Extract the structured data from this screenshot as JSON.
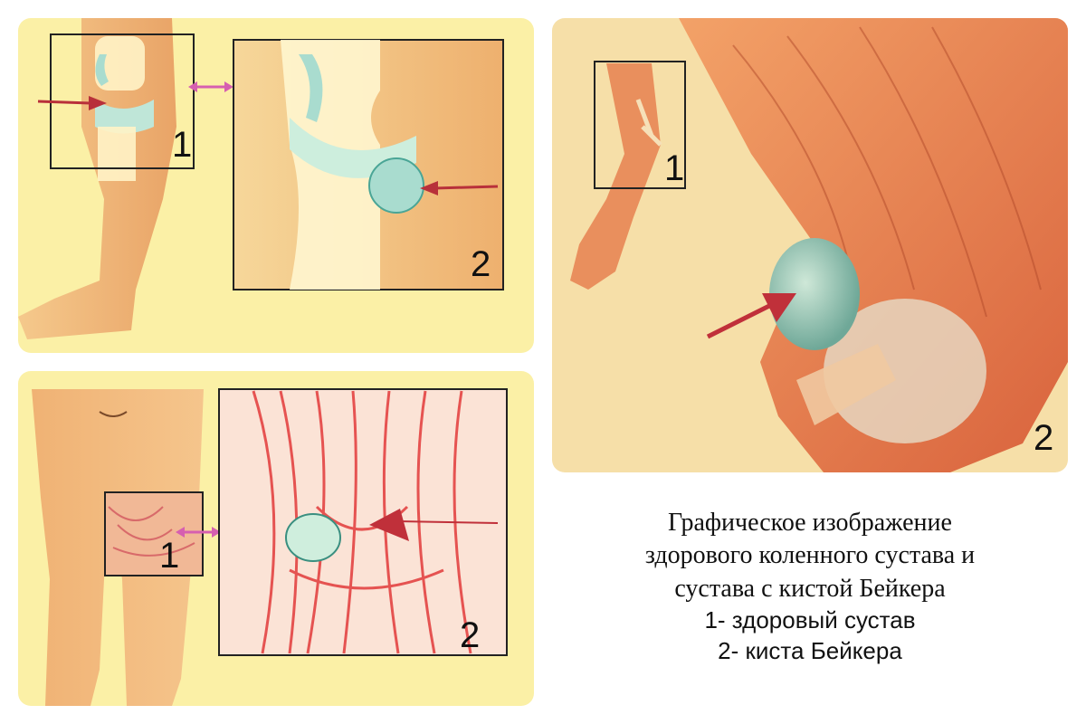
{
  "panels": {
    "top_left": {
      "label_1": "1",
      "label_2": "2"
    },
    "bottom_left": {
      "label_1": "1",
      "label_2": "2"
    },
    "right": {
      "label_1": "1",
      "label_2": "2"
    }
  },
  "caption": {
    "line1": "Графическое изображение",
    "line2": "здорового коленного сустава и",
    "line3": "сустава с кистой Бейкера",
    "line4": "1- здоровый сустав",
    "line5": "2- киста Бейкера"
  },
  "colors": {
    "panel_bg": "#fbf0a6",
    "skin": "#f3b56e",
    "cyst": "#a9dccf",
    "muscle": "#e23a3a",
    "arrow": "#c0303a",
    "double_arrow": "#d65fb0"
  },
  "icons": [
    "arrow-right-icon",
    "double-arrow-icon",
    "cyst-icon"
  ]
}
